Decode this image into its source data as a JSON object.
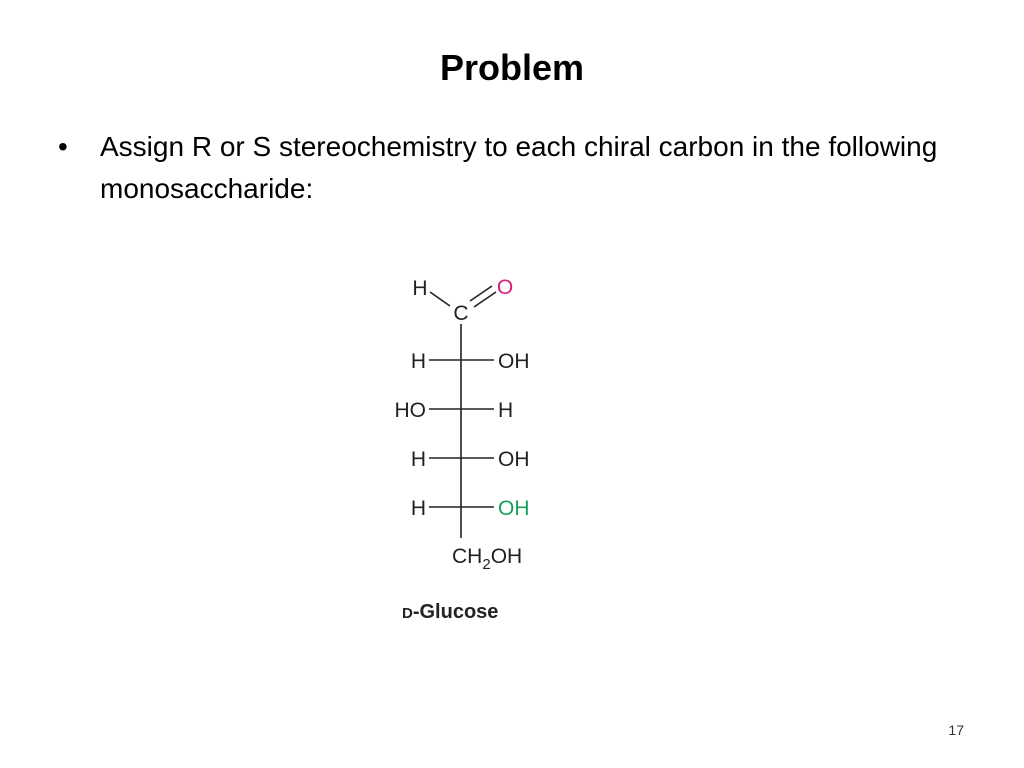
{
  "slide": {
    "title": "Problem",
    "bullet_glyph": "•",
    "bullet_text": "Assign R or S stereochemistry to each chiral carbon in the following monosaccharide:",
    "slide_number": "17"
  },
  "molecule": {
    "name_prefix": "D",
    "name_rest": "-Glucose",
    "aldehyde": {
      "h_label": "H",
      "c_label": "C",
      "o_label": "O",
      "o_color": "#d6227a"
    },
    "rows": [
      {
        "left": "H",
        "right": "OH",
        "right_color": "#222222"
      },
      {
        "left": "HO",
        "right": "H",
        "right_color": "#222222"
      },
      {
        "left": "H",
        "right": "OH",
        "right_color": "#222222"
      },
      {
        "left": "H",
        "right": "OH",
        "right_color": "#1aa05a"
      }
    ],
    "bottom": {
      "ch": "CH",
      "sub": "2",
      "oh": "OH"
    },
    "text_color": "#222222"
  }
}
